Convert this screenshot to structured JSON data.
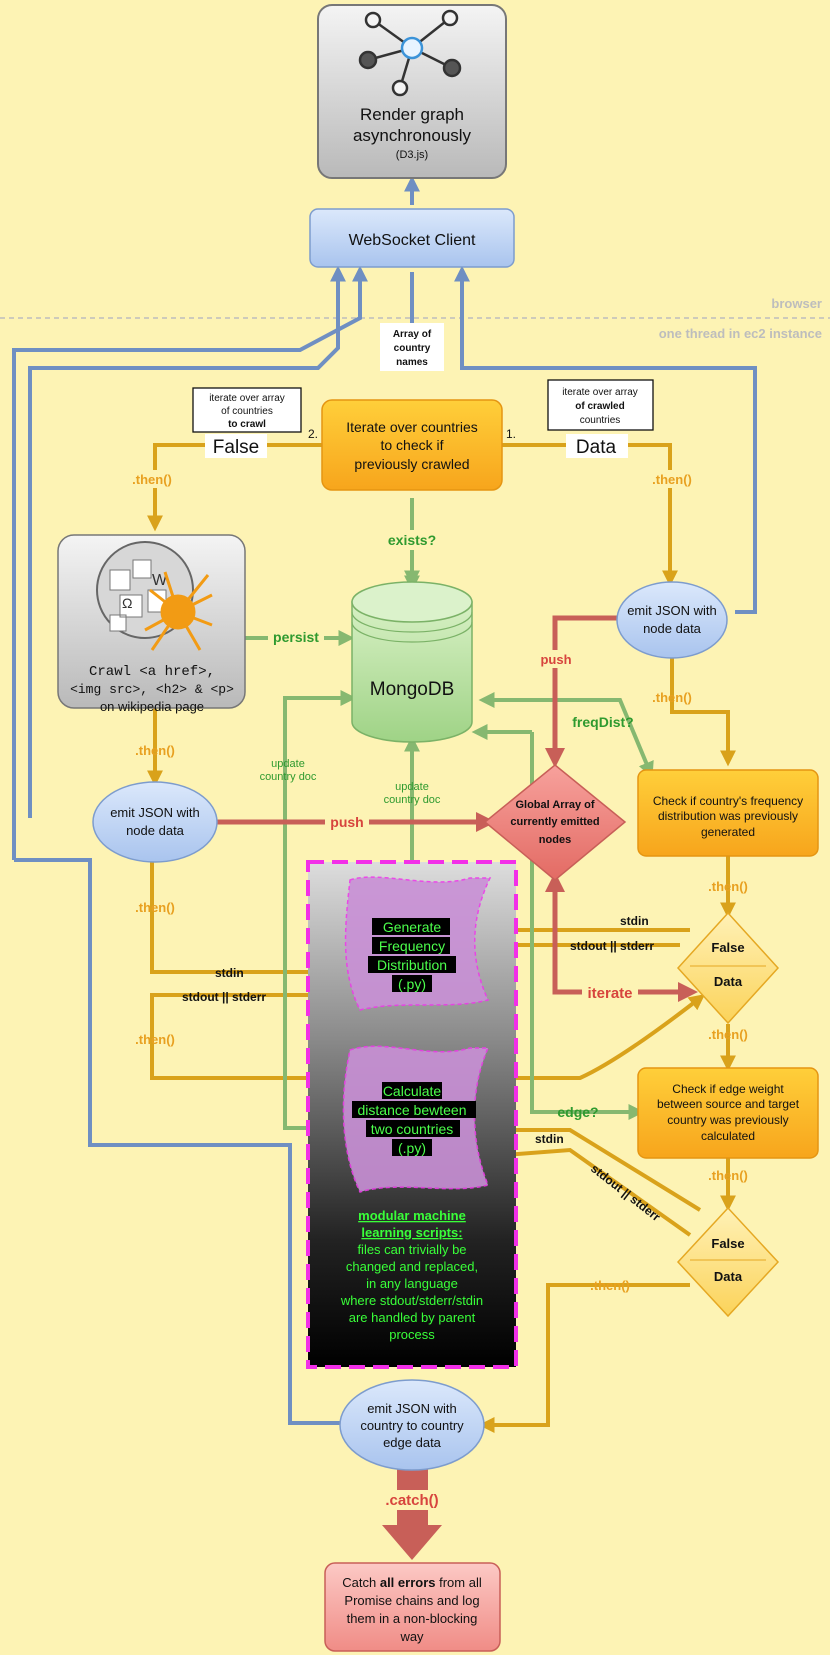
{
  "render": {
    "title_line1": "Render graph",
    "title_line2": "asynchronously",
    "sub": "(D3.js)"
  },
  "websocket": {
    "label": "WebSocket Client"
  },
  "zones": {
    "browser": "browser",
    "ec2": "one thread in ec2 instance"
  },
  "array_names": {
    "l1": "Array of",
    "l2": "country",
    "l3": "names"
  },
  "iterate_box": {
    "l1": "Iterate over countries",
    "l2": "to check if",
    "l3": "previously crawled"
  },
  "note_left": {
    "l1": "iterate over array",
    "l2": "of countries",
    "l3": "to crawl"
  },
  "note_right": {
    "l1": "iterate over array",
    "l2": "of crawled",
    "l3": "countries"
  },
  "step_labels": {
    "two": "2.",
    "one": "1.",
    "false": "False",
    "data": "Data"
  },
  "then": ".then()",
  "exists": "exists?",
  "persist": "persist",
  "push": "push",
  "freqdist": "freqDist?",
  "edge_q": "edge?",
  "iterate_lbl": "iterate",
  "update_doc": {
    "l1": "update",
    "l2": "country doc"
  },
  "crawl": {
    "l1": "Crawl <a href>,",
    "l2": "<img src>, <h2> & <p>",
    "l3": "on wikipedia page"
  },
  "mongodb": "MongoDB",
  "emit_node": {
    "l1": "emit JSON with",
    "l2": "node data"
  },
  "emit_edge": {
    "l1": "emit JSON with",
    "l2": "country to country",
    "l3": "edge data"
  },
  "global_array": {
    "l1": "Global Array of",
    "l2": "currently emitted",
    "l3": "nodes"
  },
  "check_freq": {
    "l1": "Check if country's frequency",
    "l2": "distribution was previously",
    "l3": "generated"
  },
  "check_edge": {
    "l1": "Check if edge weight",
    "l2": "between source and target",
    "l3": "country was previously",
    "l4": "calculated"
  },
  "diamond": {
    "false": "False",
    "data": "Data"
  },
  "stdin": "stdin",
  "stdout": "stdout || stderr",
  "gen_freq": {
    "l1": "Generate",
    "l2": "Frequency",
    "l3": "Distribution",
    "l4": "(.py)"
  },
  "calc_dist": {
    "l1": "Calculate",
    "l2": "distance bewteen",
    "l3": "two countries",
    "l4": "(.py)"
  },
  "modular": {
    "title1": "modular machine",
    "title2": "learning scripts:",
    "b1": "files can trivially be",
    "b2": "changed and replaced,",
    "b3": "in any language",
    "b4": "where stdout/stderr/stdin",
    "b5": "are handled by parent",
    "b6": "process"
  },
  "catch_lbl": ".catch()",
  "catch_box": {
    "pre": "Catch ",
    "bold": "all errors",
    "post": " from all",
    "l2": "Promise chains and log",
    "l3": "them in a non-blocking",
    "l4": "way"
  },
  "colors": {
    "background": "#fdf3b4",
    "blue_edge": "#6f8fc2",
    "orange_edge": "#d9a21b",
    "green_edge": "#86b870",
    "red_edge": "#c85f58",
    "pink_dash": "#f22fe8",
    "then_text": "#e8a020",
    "green_text": "#2f9a2f",
    "red_text": "#d7443d"
  }
}
